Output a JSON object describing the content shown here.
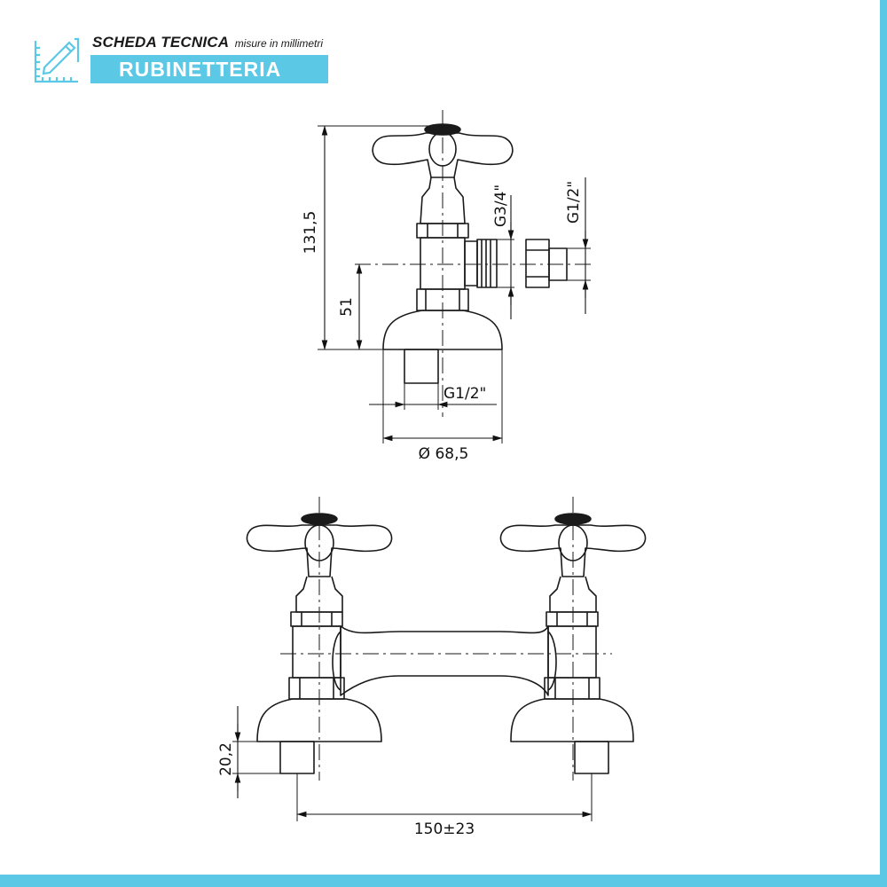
{
  "header": {
    "title": "SCHEDA TECNICA",
    "subtitle": "misure in millimetri",
    "category": "RUBINETTERIA"
  },
  "icons": {
    "header": "ruler-pencil-icon"
  },
  "colors": {
    "accent": "#5bc8e6",
    "line": "#1a1a1a"
  },
  "dimensions": {
    "height_total": "131,5",
    "height_outlet": "51",
    "thread_outlet": "G3/4\"",
    "thread_adapter": "G1/2\"",
    "thread_base": "G1/2\"",
    "base_diameter": "Ø 68,5",
    "base_height": "20,2",
    "center_distance": "150±23"
  }
}
